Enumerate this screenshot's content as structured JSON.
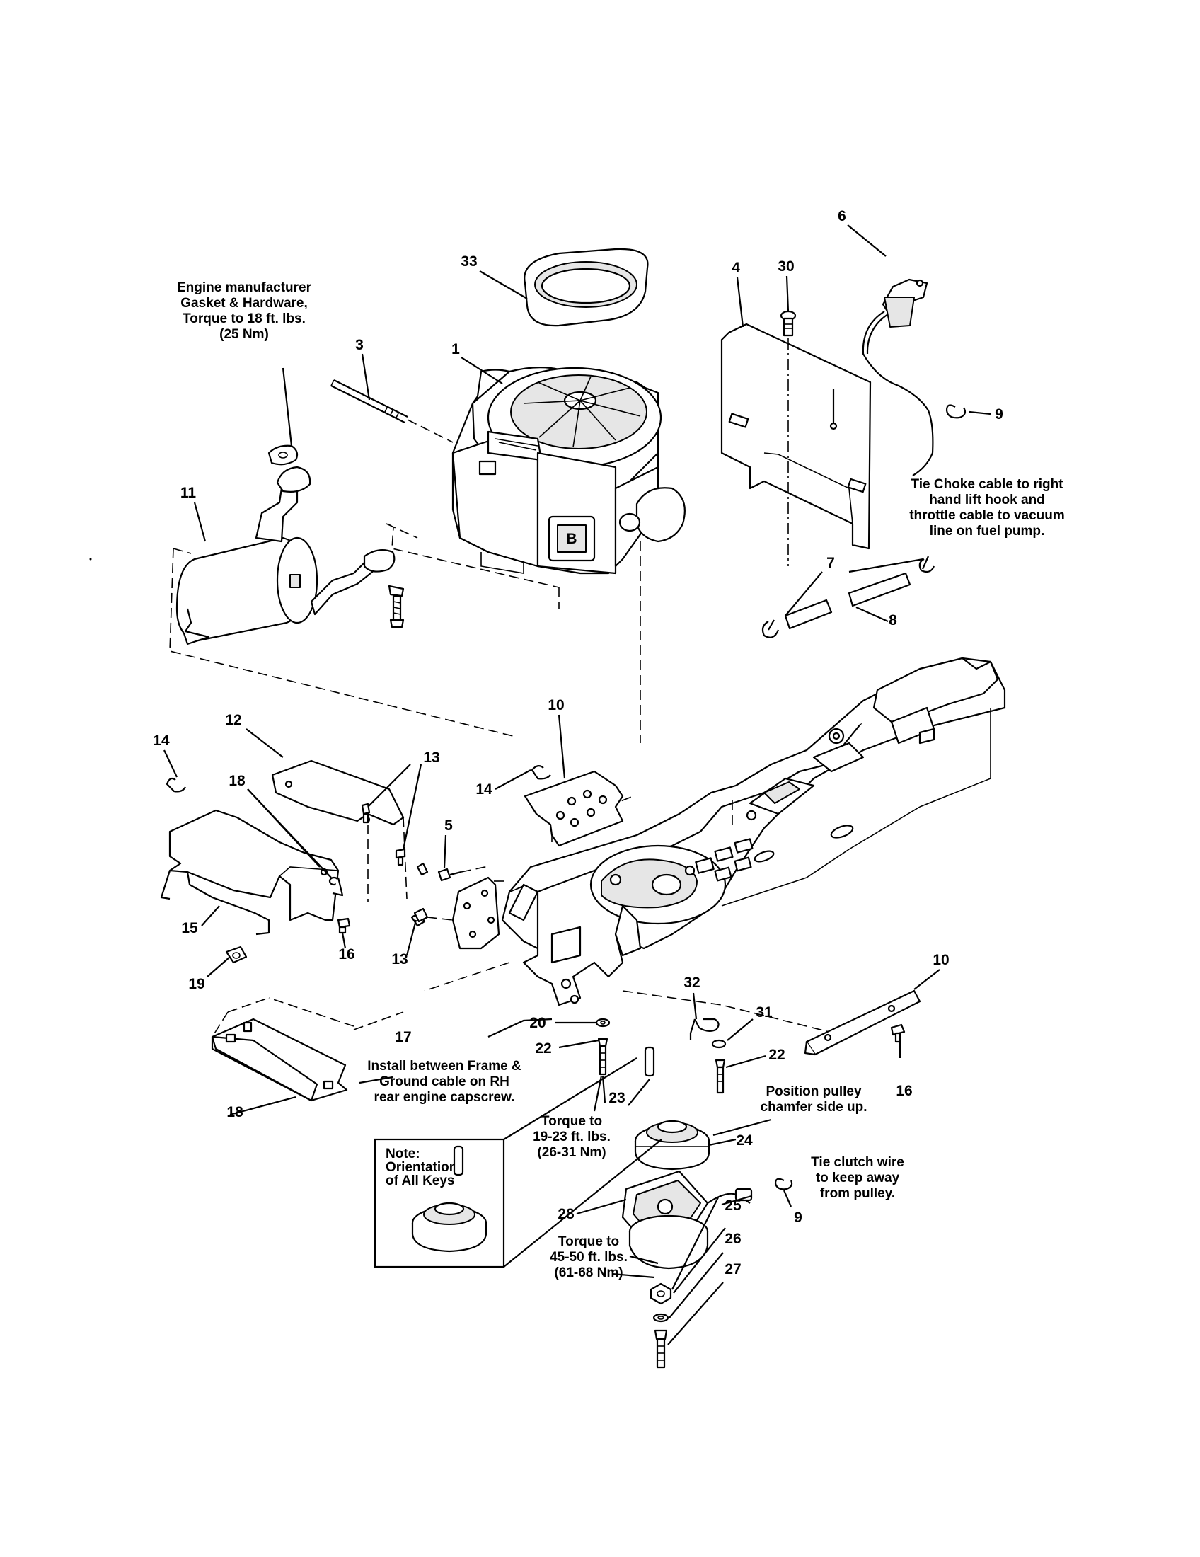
{
  "callouts": [
    {
      "id": "c33",
      "label": "33"
    },
    {
      "id": "c3",
      "label": "3"
    },
    {
      "id": "c1",
      "label": "1"
    },
    {
      "id": "c4",
      "label": "4"
    },
    {
      "id": "c30",
      "label": "30"
    },
    {
      "id": "c6",
      "label": "6"
    },
    {
      "id": "c9a",
      "label": "9"
    },
    {
      "id": "c11",
      "label": "11"
    },
    {
      "id": "c7",
      "label": "7"
    },
    {
      "id": "c8",
      "label": "8"
    },
    {
      "id": "c10a",
      "label": "10"
    },
    {
      "id": "c14a",
      "label": "14"
    },
    {
      "id": "c14b",
      "label": "14"
    },
    {
      "id": "c12",
      "label": "12"
    },
    {
      "id": "c13a",
      "label": "13"
    },
    {
      "id": "c18a",
      "label": "18"
    },
    {
      "id": "c5",
      "label": "5"
    },
    {
      "id": "c15",
      "label": "15"
    },
    {
      "id": "c16a",
      "label": "16"
    },
    {
      "id": "c13b",
      "label": "13"
    },
    {
      "id": "c19",
      "label": "19"
    },
    {
      "id": "c32",
      "label": "32"
    },
    {
      "id": "c10b",
      "label": "10"
    },
    {
      "id": "c31",
      "label": "31"
    },
    {
      "id": "c20",
      "label": "20"
    },
    {
      "id": "c22a",
      "label": "22"
    },
    {
      "id": "c22b",
      "label": "22"
    },
    {
      "id": "c17",
      "label": "17"
    },
    {
      "id": "c18b",
      "label": "18"
    },
    {
      "id": "c23",
      "label": "23"
    },
    {
      "id": "c16b",
      "label": "16"
    },
    {
      "id": "c24",
      "label": "24"
    },
    {
      "id": "c9b",
      "label": "9"
    },
    {
      "id": "c25",
      "label": "25"
    },
    {
      "id": "c28",
      "label": "28"
    },
    {
      "id": "c26",
      "label": "26"
    },
    {
      "id": "c27",
      "label": "27"
    }
  ],
  "notes": {
    "engine_gasket": [
      "Engine manufacturer",
      "Gasket & Hardware,",
      "Torque to 18 ft. lbs.",
      "(25 Nm)"
    ],
    "tie_choke": [
      "Tie Choke cable to right",
      "hand lift hook and",
      "throttle cable to vacuum",
      "line on fuel pump."
    ],
    "install_between": [
      "Install between Frame &",
      "Ground cable on RH",
      "rear engine capscrew."
    ],
    "torque_19_23": [
      "Torque to",
      "19-23 ft. lbs.",
      "(26-31 Nm)"
    ],
    "position_pulley": [
      "Position pulley",
      "chamfer side up."
    ],
    "tie_clutch": [
      "Tie clutch wire",
      "to keep away",
      "from pulley."
    ],
    "torque_45_50": [
      "Torque to",
      "45-50 ft. lbs.",
      "(61-68 Nm)"
    ],
    "inset_note": [
      "Note:",
      "Orientation",
      "of All Keys"
    ]
  },
  "engine_badge": "B"
}
